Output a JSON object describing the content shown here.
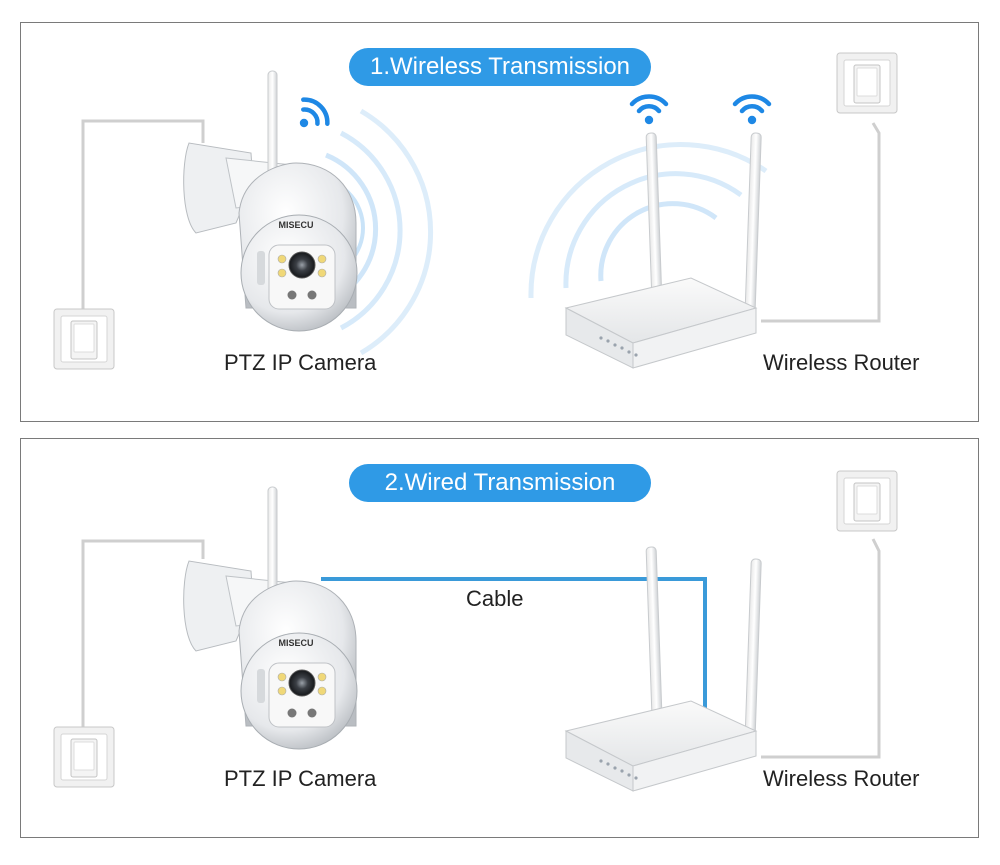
{
  "panels": [
    {
      "title": "1.Wireless Transmission",
      "camera_label": "PTZ IP Camera",
      "router_label": "Wireless Router",
      "brand_text": "MISECU"
    },
    {
      "title": "2.Wired Transmission",
      "camera_label": "PTZ IP Camera",
      "router_label": "Wireless Router",
      "cable_label": "Cable",
      "brand_text": "MISECU"
    }
  ],
  "colors": {
    "accent": "#2f9ae6",
    "wifi_icon": "#1e88e5",
    "cable": "#3a9ad9",
    "border": "#7a7a7a"
  }
}
